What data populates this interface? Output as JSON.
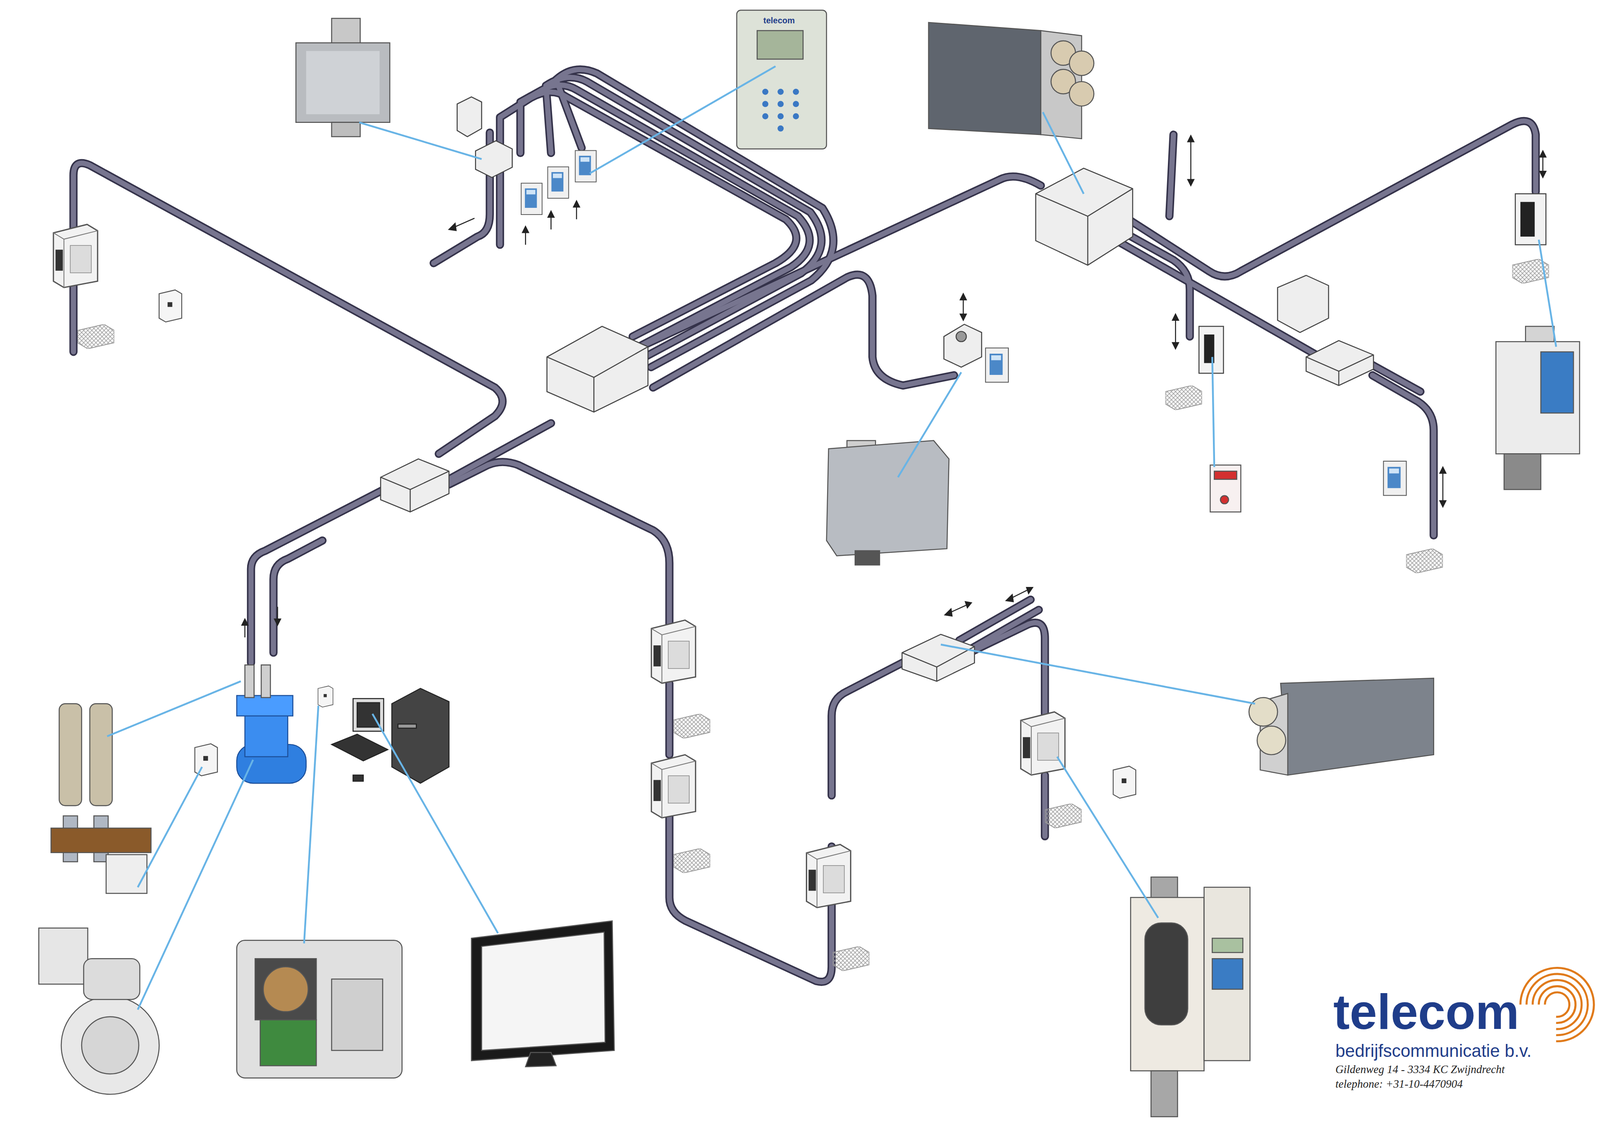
{
  "diagram": {
    "labels": [
      "telecom",
      "telecom",
      "bedrijfscommunicatie b.v.",
      "Gildenweg 14 - 3334 KC Zwijndrecht",
      "telephone: +31-10-4470904"
    ]
  }
}
